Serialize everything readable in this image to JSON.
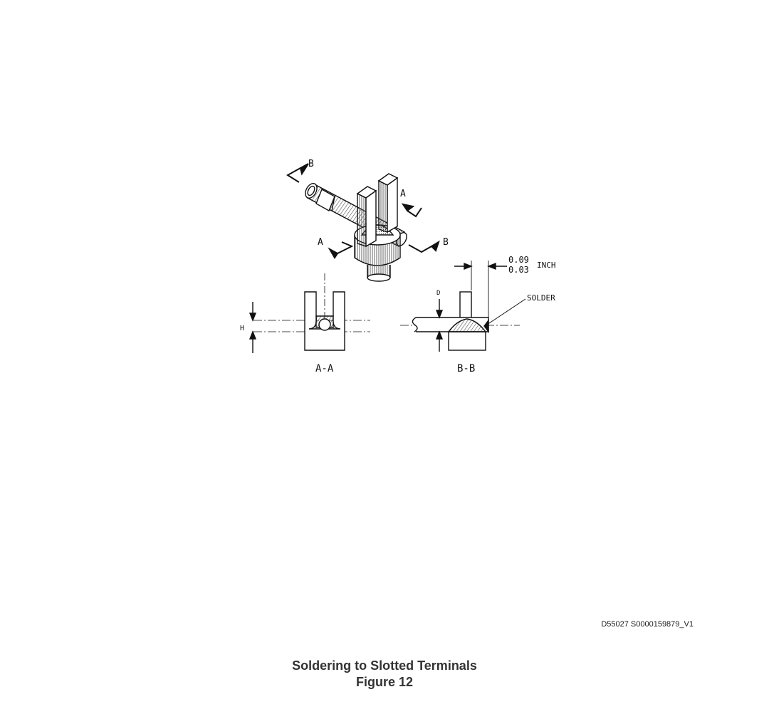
{
  "diagram": {
    "labels": {
      "section_b_top": "B",
      "section_a_top": "A",
      "section_a_left": "A",
      "section_b_right": "B",
      "dim_top": "0.09",
      "dim_bottom": "0.03",
      "dim_unit": "INCH",
      "solder": "SOLDER",
      "dim_d": "D",
      "dim_h": "H",
      "view_aa": "A-A",
      "view_bb": "B-B"
    }
  },
  "document": {
    "id": "D55027 S0000159879_V1",
    "caption_title": "Soldering to Slotted Terminals",
    "caption_figure": "Figure 12"
  }
}
